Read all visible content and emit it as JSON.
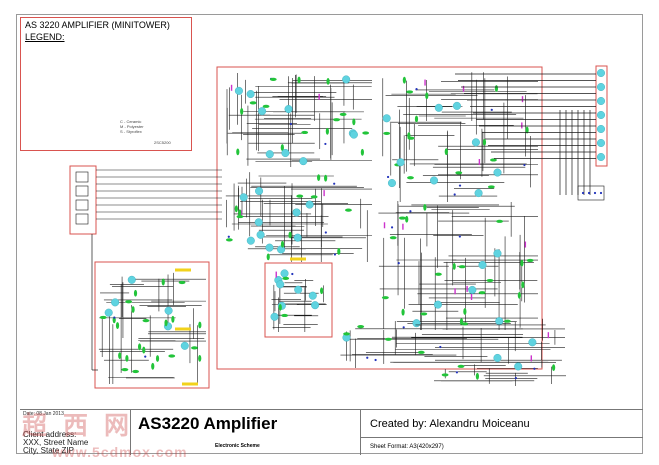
{
  "legend": {
    "title": "AS 3220 AMPLIFIER (MINITOWER)",
    "heading": "LEGEND:",
    "cap_types": "C - Ceramic\nM - Polyester\nS - Styroflex",
    "package": "2SC5200"
  },
  "title_block": {
    "date": "Date: 08 Jan 2013",
    "client_lines": [
      "Client address:",
      "XXX, Street Name",
      "City, State ZIP"
    ],
    "title": "AS3220 Amplifier",
    "subtitle": "Electronic Scheme",
    "author": "Created by: Alexandru Moiceanu",
    "format": "Sheet Format: A3(420x297)"
  },
  "watermark": {
    "glyphs": "超西网",
    "url": "www.5cdmox.com"
  },
  "colors": {
    "wire": "#1a1a1a",
    "box": "#d9534f",
    "resistor": "#22c43a",
    "transistor": "#5fd3e0",
    "capacitor": "#cc33cc",
    "node": "#2233bb",
    "label": "#f2d21b"
  }
}
